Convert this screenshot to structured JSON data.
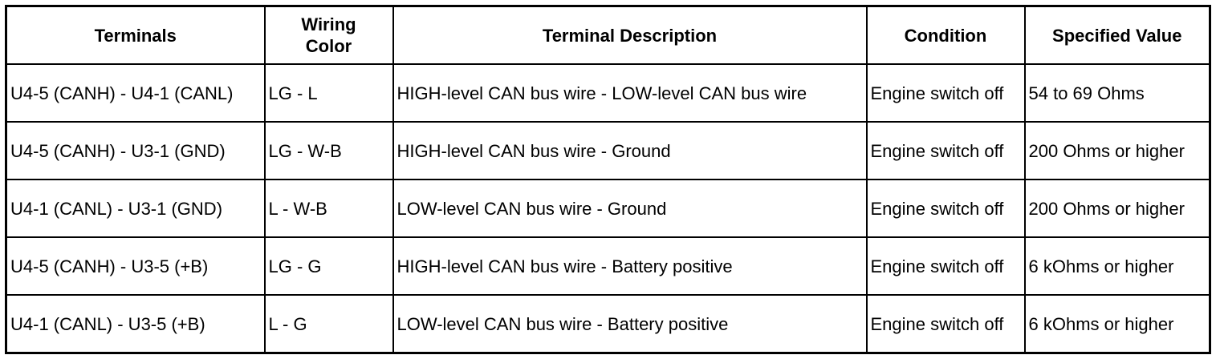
{
  "table": {
    "headers": {
      "terminals": "Terminals",
      "wiring_color_line1": "Wiring",
      "wiring_color_line2": "Color",
      "description": "Terminal Description",
      "condition": "Condition",
      "specified_value": "Specified Value"
    },
    "rows": [
      {
        "terminals": "U4-5 (CANH) - U4-1 (CANL)",
        "wiring_color": "LG - L",
        "description": "HIGH-level CAN bus wire - LOW-level CAN bus wire",
        "condition": "Engine switch off",
        "specified_value": "54 to 69 Ohms"
      },
      {
        "terminals": "U4-5 (CANH) - U3-1 (GND)",
        "wiring_color": "LG - W-B",
        "description": "HIGH-level CAN bus wire - Ground",
        "condition": "Engine switch off",
        "specified_value": "200 Ohms or higher"
      },
      {
        "terminals": "U4-1 (CANL) - U3-1 (GND)",
        "wiring_color": "L - W-B",
        "description": "LOW-level CAN bus wire - Ground",
        "condition": "Engine switch off",
        "specified_value": "200 Ohms or higher"
      },
      {
        "terminals": "U4-5 (CANH) - U3-5 (+B)",
        "wiring_color": "LG - G",
        "description": "HIGH-level CAN bus wire - Battery positive",
        "condition": "Engine switch off",
        "specified_value": "6 kOhms or higher"
      },
      {
        "terminals": "U4-1 (CANL) - U3-5 (+B)",
        "wiring_color": "L - G",
        "description": "LOW-level CAN bus wire - Battery positive",
        "condition": "Engine switch off",
        "specified_value": "6 kOhms or higher"
      }
    ]
  }
}
